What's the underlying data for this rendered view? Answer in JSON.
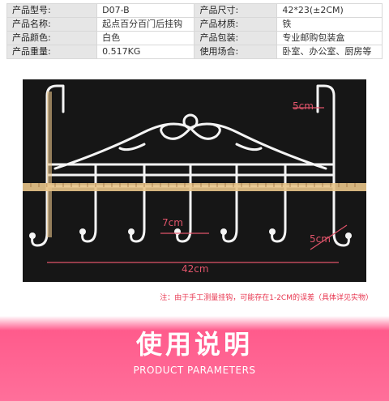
{
  "specs": [
    {
      "k1": "产品型号:",
      "v1": "D07-B",
      "k2": "产品尺寸:",
      "v2": "42*23(±2CM)"
    },
    {
      "k1": "产品名称:",
      "v1": "起点百分百门后挂钩",
      "k2": "产品材质:",
      "v2": "铁"
    },
    {
      "k1": "产品颜色:",
      "v1": "白色",
      "k2": "产品包装:",
      "v2": "专业邮购包装盒"
    },
    {
      "k1": "产品重量:",
      "v1": "0.517KG",
      "k2": "使用场合:",
      "v2": "卧室、办公室、厨房等"
    }
  ],
  "photo": {
    "labels": {
      "hook_height": "5cm",
      "hook_spacing": "7cm",
      "hook_depth": "5cm",
      "total_width": "42cm"
    }
  },
  "note": "注：由于手工测量挂钩，可能存在1-2CM的误差（具体详见实物）",
  "banner": {
    "title": "使用说明",
    "subtitle": "PRODUCT PARAMETERS"
  }
}
